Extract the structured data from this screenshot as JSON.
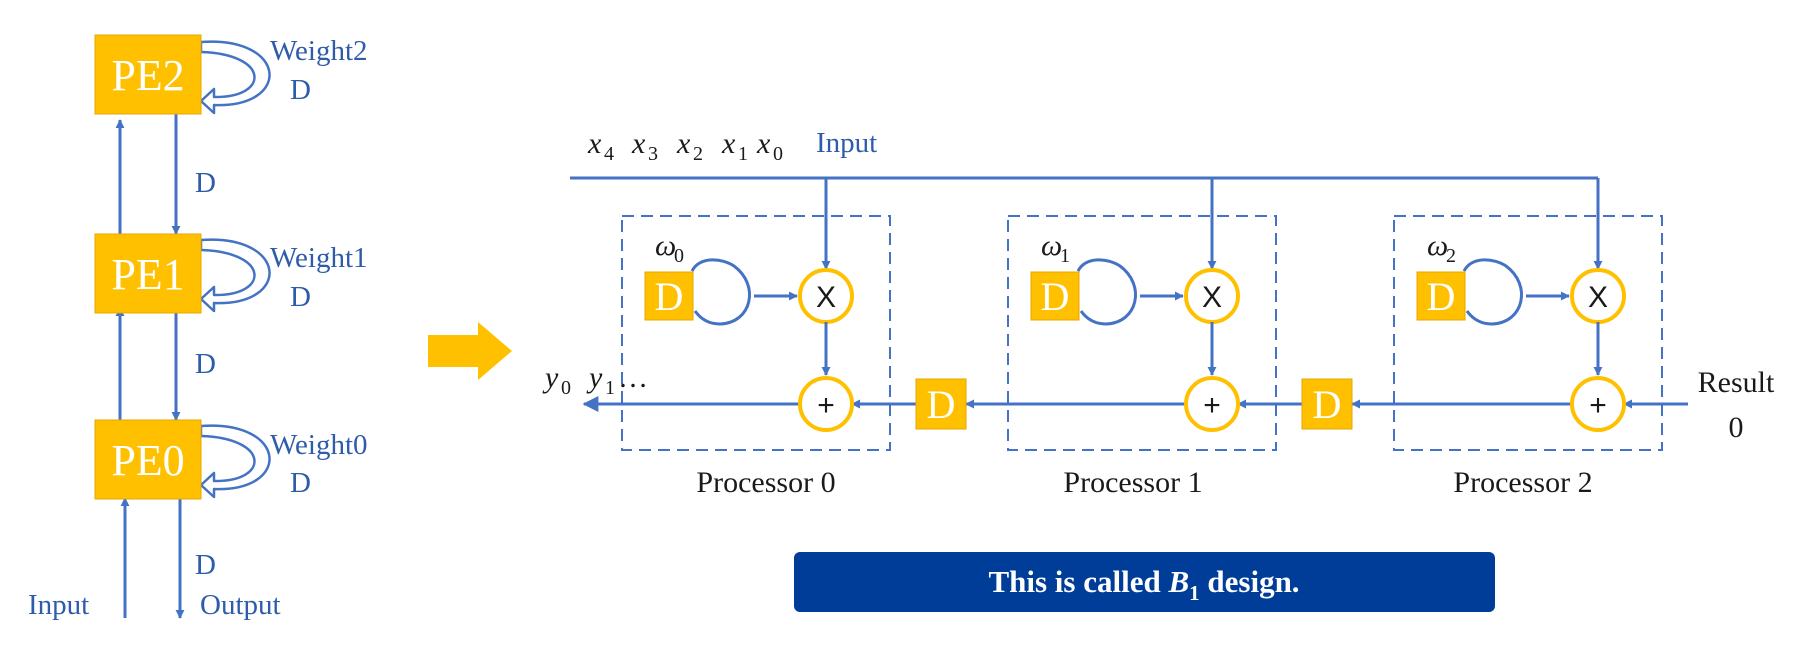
{
  "colors": {
    "pe_fill": "#FFC000",
    "line": "#4472C4",
    "label_blue": "#2E5CA8",
    "circle_stroke": "#FFC000",
    "banner": "#003D99",
    "arrow": "#FFC000"
  },
  "left_array": {
    "pe": [
      "PE2",
      "PE1",
      "PE0"
    ],
    "weights": [
      "Weight2",
      "Weight1",
      "Weight0"
    ],
    "weight_delay": "D",
    "link_delay": "D",
    "output_delay": "D",
    "input_label": "Input",
    "output_label": "Output"
  },
  "right_design": {
    "input_sequence": [
      "x",
      "4",
      "x",
      "3",
      "x",
      "2",
      "x",
      "1",
      "x",
      "0"
    ],
    "input_label": "Input",
    "output_sequence": [
      "y",
      "0",
      "y",
      "1",
      "…"
    ],
    "result_label": [
      "Result",
      "0"
    ],
    "multiply_symbol": "X",
    "add_symbol": "+",
    "delay_label": "D",
    "processors": [
      {
        "name": "Processor 0",
        "weight": [
          "ω",
          "0"
        ]
      },
      {
        "name": "Processor 1",
        "weight": [
          "ω",
          "1"
        ]
      },
      {
        "name": "Processor 2",
        "weight": [
          "ω",
          "2"
        ]
      }
    ]
  },
  "banner": {
    "prefix": "This is called ",
    "symbol": "B",
    "subscript": "1",
    "suffix": " design."
  }
}
